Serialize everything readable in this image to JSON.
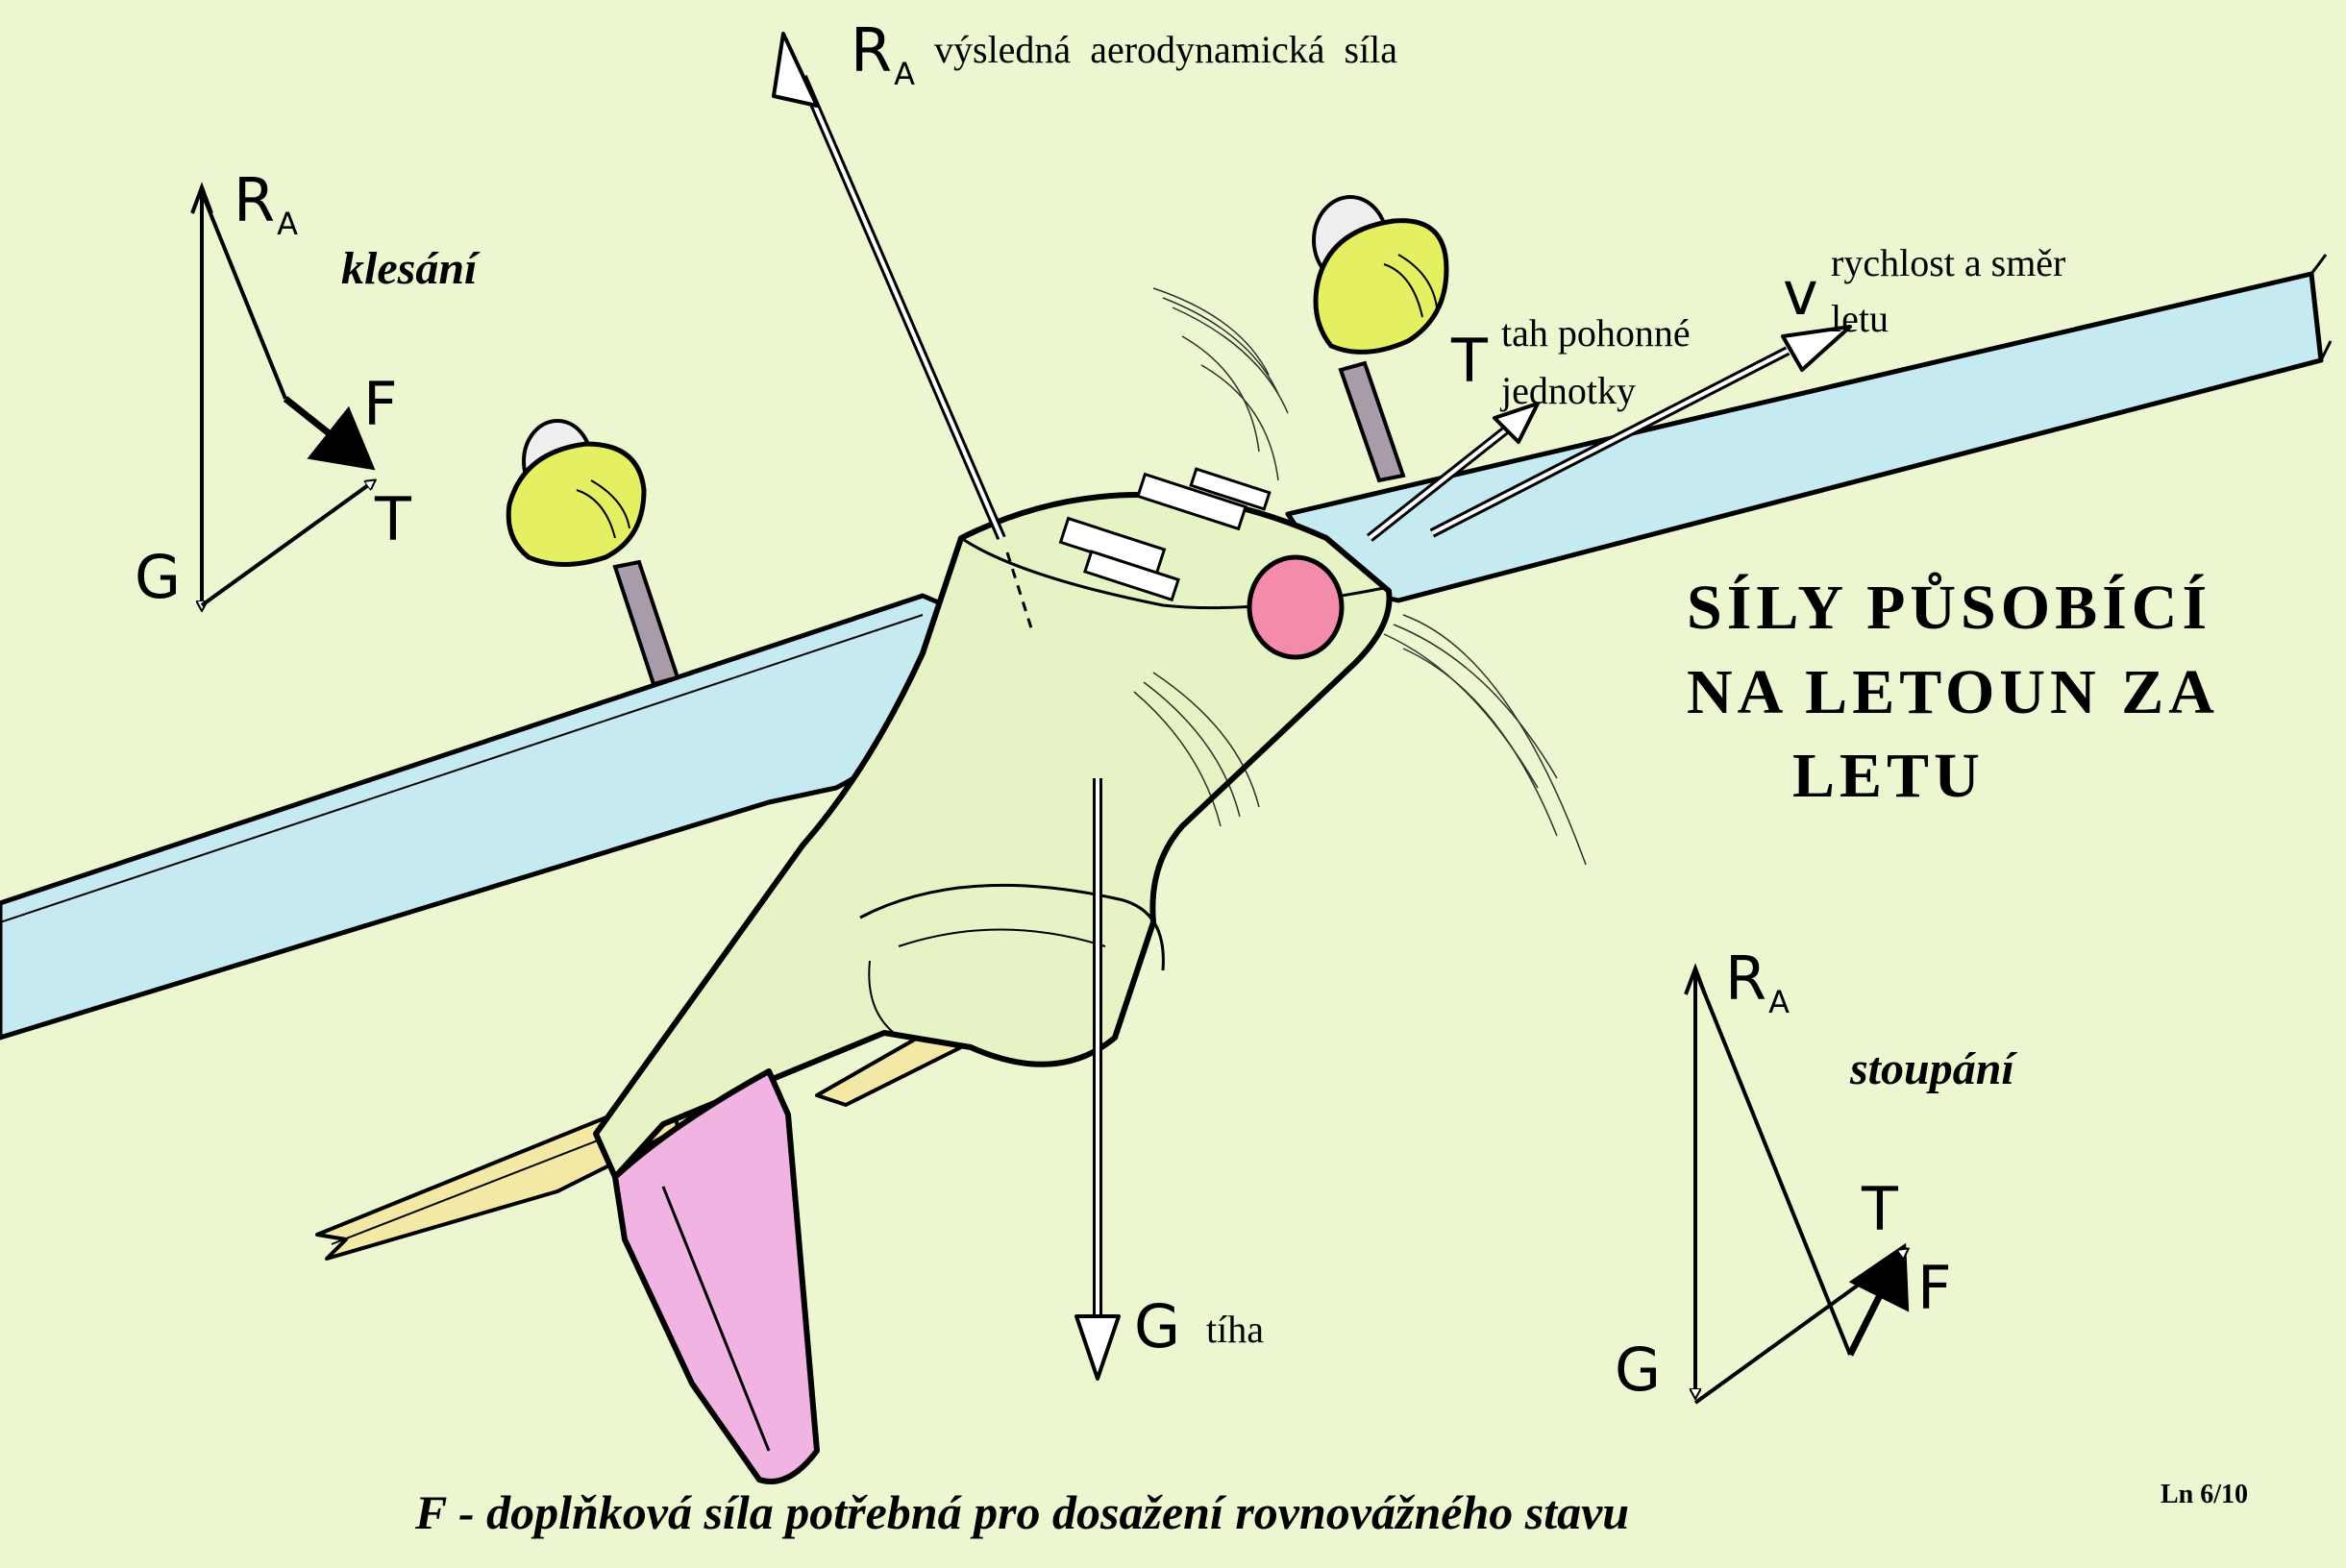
{
  "title": {
    "line1": "SÍLY PŮSOBÍCÍ",
    "line2": "NA LETOUN ZA",
    "line3": "LETU"
  },
  "main_forces": {
    "ra_symbol": "R",
    "ra_sub": "A",
    "ra_label": "výsledná aerodynamická síla",
    "g_symbol": "G",
    "g_label": "tíha",
    "t_symbol": "T",
    "t_label_1": "tah pohonné",
    "t_label_2": "jednotky",
    "v_symbol": "v",
    "v_label_1": "rychlost a směr",
    "v_label_2": "letu"
  },
  "descent_diagram": {
    "caption": "klesání",
    "ra_symbol": "R",
    "ra_sub": "A",
    "f_symbol": "F",
    "t_symbol": "T",
    "g_symbol": "G"
  },
  "climb_diagram": {
    "caption": "stoupání",
    "ra_symbol": "R",
    "ra_sub": "A",
    "t_symbol": "T",
    "f_symbol": "F",
    "g_symbol": "G"
  },
  "footer": {
    "note": "F - doplňková síla potřebná pro dosažení rovnovážného stavu",
    "page_ref": "Ln 6/10"
  },
  "colors": {
    "background": "#ecf7d1",
    "wing": "#c5eaf2",
    "engine_cowl": "#e4ef62",
    "spinner": "#f48bab",
    "fin": "#f0b3e2",
    "stabilizer": "#f3e8a6",
    "fuselage": "#e6f3c4"
  }
}
